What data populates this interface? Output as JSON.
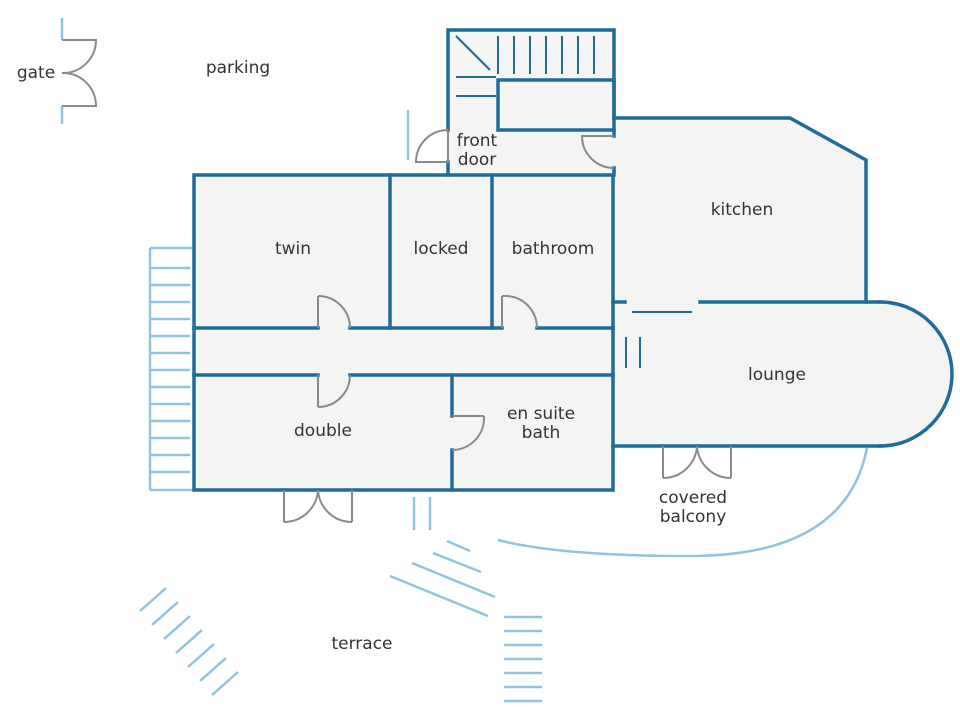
{
  "labels": {
    "gate": "gate",
    "parking": "parking",
    "front_door": "front\ndoor",
    "kitchen": "kitchen",
    "twin": "twin",
    "locked": "locked",
    "bathroom": "bathroom",
    "lounge": "lounge",
    "double": "double",
    "en_suite_bath": "en suite\nbath",
    "covered_balcony": "covered\nbalcony",
    "terrace": "terrace"
  },
  "colors": {
    "wall": "#1f6b9a",
    "outdoor_line": "#8fc3df",
    "floor": "#f4f4f3",
    "door": "#8a8a8a",
    "text": "#333333"
  }
}
